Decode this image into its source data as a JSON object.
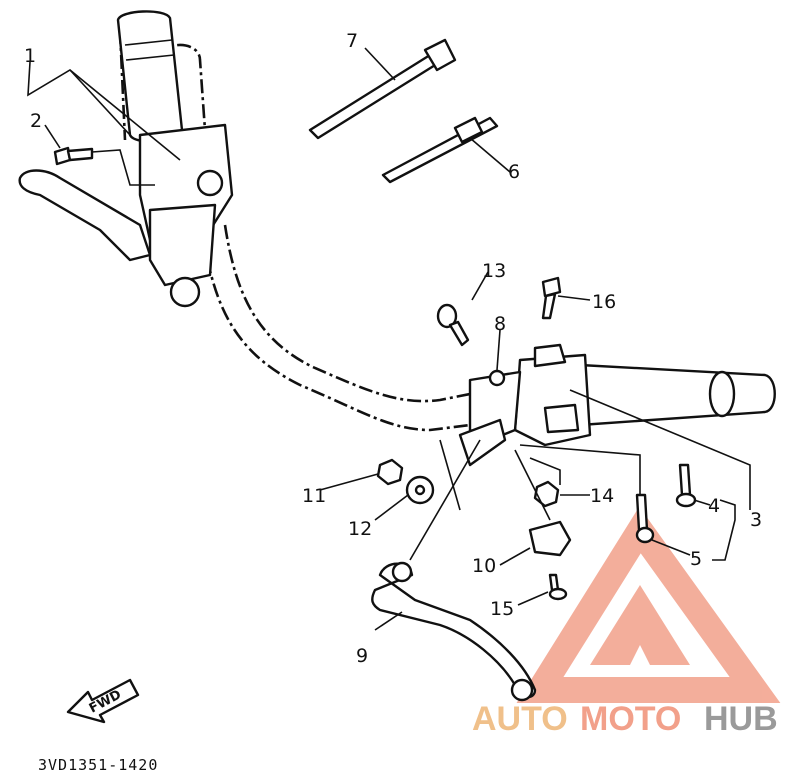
{
  "diagram": {
    "callouts": [
      "1",
      "2",
      "3",
      "4",
      "5",
      "6",
      "7",
      "8",
      "9",
      "10",
      "11",
      "12",
      "13",
      "14",
      "15",
      "16"
    ],
    "part_code": "3VD1351-1420",
    "fwd_label": "FWD"
  },
  "watermark": {
    "text_left": "AUTO",
    "text_mid": "MOTO",
    "text_right": "HUB",
    "color_primary": "#f2a08a",
    "color_secondary": "#9a9a9a"
  }
}
